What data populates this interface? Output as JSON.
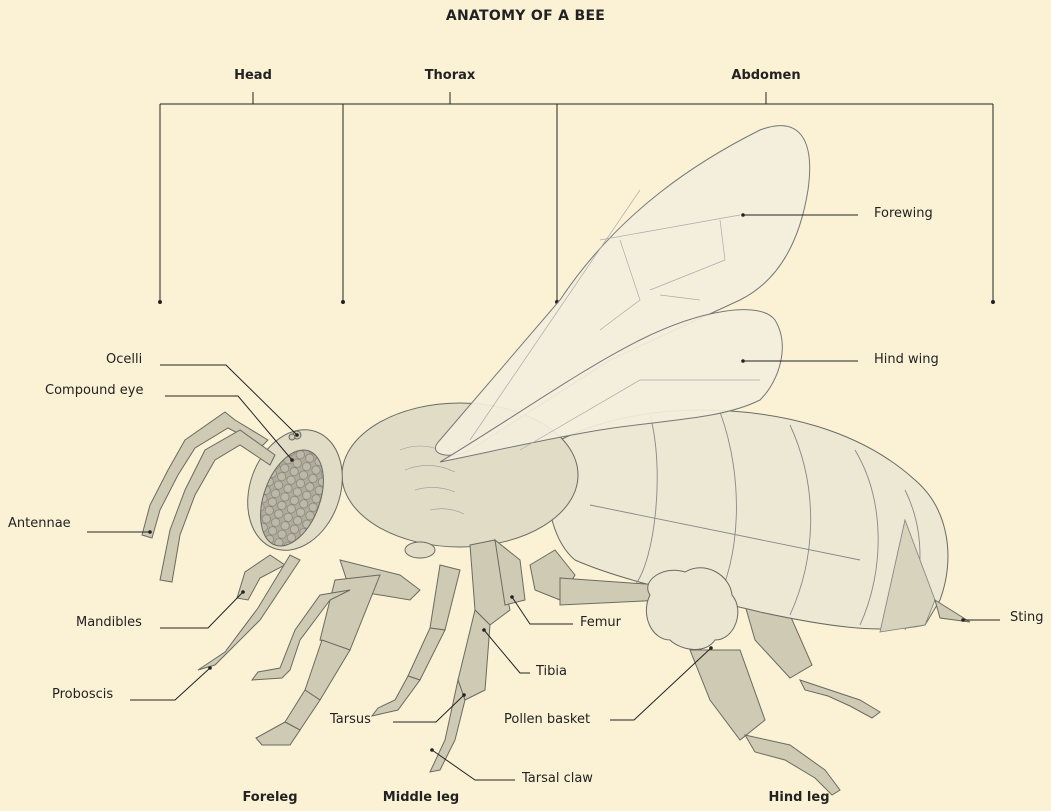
{
  "title": "ANATOMY OF A BEE",
  "sections": {
    "head": "Head",
    "thorax": "Thorax",
    "abdomen": "Abdomen"
  },
  "parts": {
    "ocelli": "Ocelli",
    "compound_eye": "Compound eye",
    "antennae": "Antennae",
    "mandibles": "Mandibles",
    "proboscis": "Proboscis",
    "forewing": "Forewing",
    "hind_wing": "Hind wing",
    "femur": "Femur",
    "tibia": "Tibia",
    "tarsus": "Tarsus",
    "pollen_basket": "Pollen basket",
    "tarsal_claw": "Tarsal claw",
    "sting": "Sting"
  },
  "legs": {
    "foreleg": "Foreleg",
    "middle_leg": "Middle leg",
    "hind_leg": "Hind leg"
  },
  "colors": {
    "background": "#fbf2d6",
    "body": "#e0dcc6",
    "legs": "#cfcab4",
    "abdomen": "#ece8d4",
    "wing": "#f3eedc",
    "outline": "#6a6a62",
    "eye": "#b0ac9a"
  }
}
